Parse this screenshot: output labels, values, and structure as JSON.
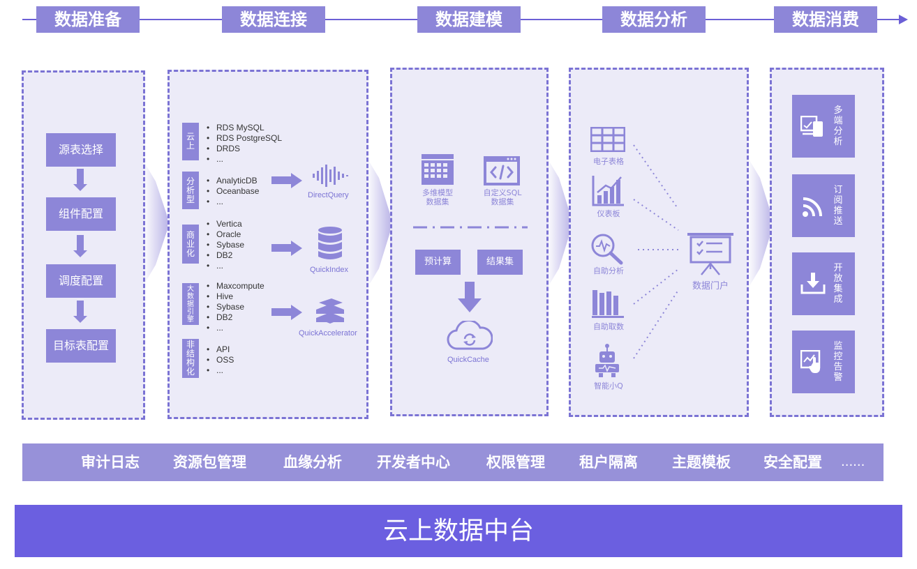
{
  "stages": [
    "数据准备",
    "数据连接",
    "数据建模",
    "数据分析",
    "数据消费"
  ],
  "prep": {
    "steps": [
      "源表选择",
      "组件配置",
      "调度配置",
      "目标表配置"
    ]
  },
  "connect": {
    "groups": [
      {
        "tag": "云上",
        "items": [
          "RDS MySQL",
          "RDS PostgreSQL",
          "DRDS",
          "..."
        ]
      },
      {
        "tag": "分析型",
        "items": [
          "AnalyticDB",
          "Oceanbase",
          "..."
        ]
      },
      {
        "tag": "商业化",
        "items": [
          "Vertica",
          "Oracle",
          "Sybase",
          "DB2",
          "..."
        ]
      },
      {
        "tag": "大数据引擎",
        "items": [
          "Maxcompute",
          "Hive",
          "Sybase",
          "DB2",
          "..."
        ]
      },
      {
        "tag": "非结构化",
        "items": [
          "API",
          "OSS",
          "..."
        ]
      }
    ],
    "engines": [
      "DirectQuery",
      "QuickIndex",
      "QuickAccelerator"
    ]
  },
  "model": {
    "dataset_multi": "多维模型\n数据集",
    "dataset_sql": "自定义SQL\n数据集",
    "precompute": "预计算",
    "resultset": "结果集",
    "cache": "QuickCache"
  },
  "analysis": {
    "tools": [
      "电子表格",
      "仪表板",
      "自助分析",
      "自助取数",
      "智能小Q"
    ],
    "portal": "数据门户"
  },
  "consume": {
    "items": [
      "多端分析",
      "订阅推送",
      "开放集成",
      "监控告警"
    ]
  },
  "features": [
    "审计日志",
    "资源包管理",
    "血缘分析",
    "开发者中心",
    "权限管理",
    "租户隔离",
    "主题模板",
    "安全配置",
    "......"
  ],
  "footer": "云上数据中台",
  "colors": {
    "accent": "#6b5fd6",
    "box": "#8d86d8",
    "panel": "#ecebf8",
    "footer": "#6b5fe0"
  }
}
